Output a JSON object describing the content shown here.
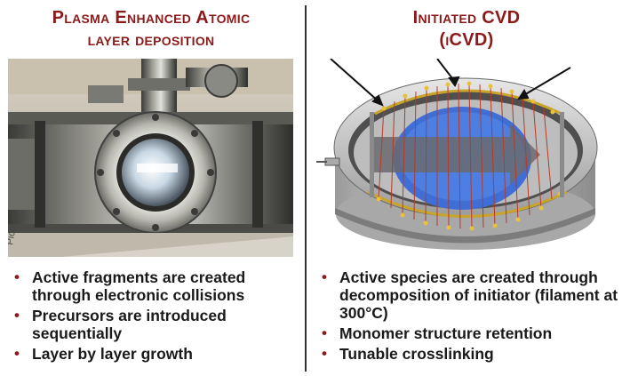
{
  "left": {
    "title_line1": "Plasma Enhanced Atomic",
    "title_line2": "layer deposition",
    "photo_caption": "PEALD reactor chamber photo",
    "bullets": [
      "Active fragments are created through electronic collisions",
      "Precursors are introduced sequentially",
      "Layer by layer growth"
    ]
  },
  "right": {
    "title_line1": "Initiated CVD",
    "title_line2": "(iCVD)",
    "bullets": [
      "Active species are created through decomposition of initiator (filament at 300°C)",
      "Monomer structure retention",
      "Tunable crosslinking"
    ]
  },
  "colors": {
    "title": "#8b1a1a",
    "bullet": "#8b1a1a",
    "text": "#1a1a1a"
  }
}
